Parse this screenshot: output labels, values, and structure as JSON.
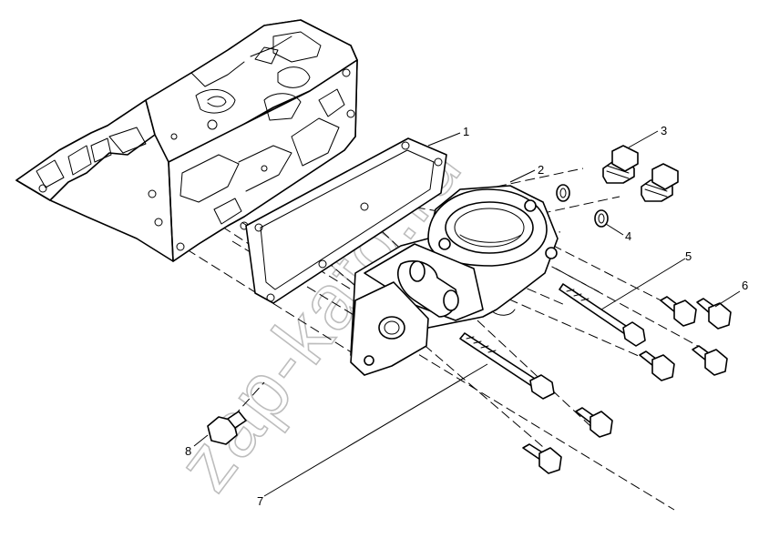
{
  "diagram": {
    "watermark": "zap-kato.ru",
    "callouts": [
      {
        "id": "1",
        "label": "1"
      },
      {
        "id": "2",
        "label": "2"
      },
      {
        "id": "3",
        "label": "3"
      },
      {
        "id": "4",
        "label": "4"
      },
      {
        "id": "5",
        "label": "5"
      },
      {
        "id": "6",
        "label": "6"
      },
      {
        "id": "7",
        "label": "7"
      },
      {
        "id": "8",
        "label": "8"
      }
    ],
    "parts": [
      {
        "name": "cylinder-head",
        "icon": "engine-block-icon"
      },
      {
        "name": "gasket",
        "icon": "gasket-icon"
      },
      {
        "name": "thermostat-housing",
        "icon": "housing-icon"
      },
      {
        "name": "sealing-washer",
        "icon": "washer-icon"
      },
      {
        "name": "plug-bolt",
        "icon": "plug-icon"
      },
      {
        "name": "long-bolt",
        "icon": "bolt-icon"
      },
      {
        "name": "flange-bolt",
        "icon": "bolt-icon"
      },
      {
        "name": "drain-plug",
        "icon": "plug-icon"
      }
    ]
  }
}
